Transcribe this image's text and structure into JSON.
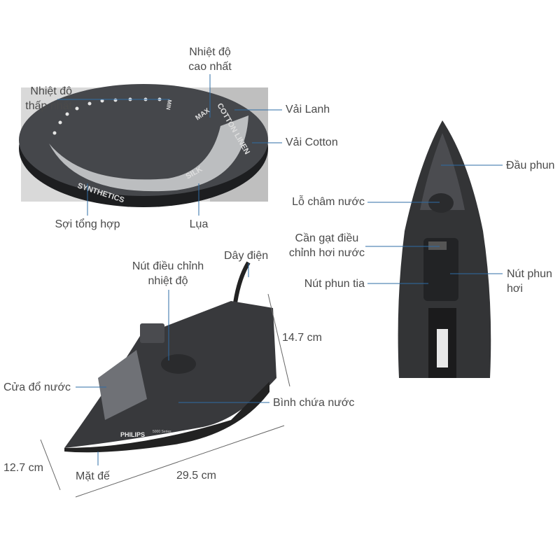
{
  "colors": {
    "leader_line": "#2e6ca6",
    "text": "#4a4a4a",
    "iron_body": "#3a3b3e",
    "dial": "#45474b"
  },
  "dial": {
    "markings": [
      "MAX",
      "COTTON LINEN",
      "SILK",
      "SYNTHETICS",
      "MIN"
    ],
    "labels": {
      "max_temp": [
        "Nhiệt độ",
        "cao nhất"
      ],
      "min_temp": [
        "Nhiệt độ",
        "thấp nhất"
      ],
      "linen": "Vải Lanh",
      "cotton": "Vải Cotton",
      "synthetics": "Sợi tổng hợp",
      "silk": "Lụa"
    }
  },
  "bottom_view": {
    "labels": {
      "nozzle": "Đầu phun",
      "water_inlet": "Lỗ châm nước",
      "steam_lever": [
        "Cần gạt điều",
        "chỉnh hơi nước"
      ],
      "spray_button": "Nút phun tia",
      "steam_button": [
        "Nút phun",
        "hơi"
      ]
    }
  },
  "side_view": {
    "brand": "PHILIPS",
    "model": "5000 Series",
    "labels": {
      "cord": "Dây điện",
      "temp_dial": [
        "Nút điều chỉnh",
        "nhiệt độ"
      ],
      "fill_door": "Cửa đổ nước",
      "water_tank": "Bình chứa nước",
      "soleplate": "Mặt đế"
    },
    "dimensions": {
      "height": "14.7 cm",
      "length": "29.5 cm",
      "width": "12.7 cm"
    }
  }
}
